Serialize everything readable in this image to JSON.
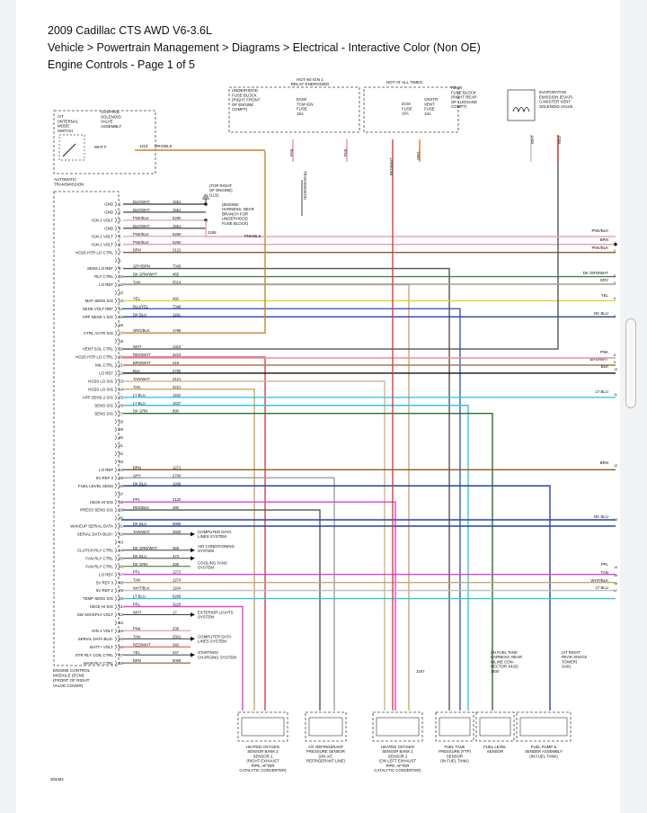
{
  "page": {
    "title": "2009 Cadillac CTS AWD V6-3.6L",
    "breadcrumb": "Vehicle > Powertrain Management > Diagrams > Electrical - Interactive Color (Non OE)",
    "subtitle": "Engine Controls - Page 1 of 5"
  },
  "top": {
    "hot_ign": "HOT WI IGN 1",
    "relay_energized": "RELAY ENERGIZED",
    "hot_all_times": "HOT AT ALL TIMES",
    "underhood_fuse_block": [
      "UNDERHOOD",
      "FUSE BLOCK",
      "(RIGHT FRONT",
      "OF ENGINE",
      "COMPT)"
    ],
    "ecm_fuse": [
      "ECM/",
      "TCM IGN",
      "FUSE",
      "15A"
    ],
    "ecm_fuse_b": [
      "ECM",
      "FUSE",
      "15A"
    ],
    "cnstr_fuse": [
      "CNSTR",
      "VENT",
      "FUSE",
      "10A"
    ],
    "rear_fuse_block": [
      "REAR",
      "FUSE BLOCK",
      "(RIGHT REAR",
      "OF LUGGAGE",
      "COMPT)"
    ],
    "evap": [
      "EVAPORATIVE",
      "EMISSION (EVAP)",
      "CANISTER VENT",
      "SOLENOID VALVE"
    ]
  },
  "transmission": {
    "at_label": [
      "A/T",
      "(INTERNAL",
      "MODE",
      "SWITCH"
    ],
    "solenoid": [
      "CONTROL",
      "SOLENOID",
      "VALVE",
      "ASSEMBLY"
    ],
    "wht_f": "WHT  F",
    "wire_code": "1219",
    "wire_color": "ORG/BLK",
    "auto_trans": [
      "AUTOMATIC",
      "TRANSMISSION"
    ]
  },
  "ecm": {
    "label": [
      "ENGINE CONTROL",
      "MODULE (ECM)",
      "(FRONT OF RIGHT",
      "VALVE COVER)"
    ],
    "pins": [
      {
        "n": "1",
        "l": "GND",
        "c": "BLK/WHT",
        "w": "1551"
      },
      {
        "n": "2",
        "l": "GND",
        "c": "BLK/WHT",
        "w": "1551"
      },
      {
        "n": "3",
        "l": "IGN 1 VOLT",
        "c": "PNK/BLK",
        "w": "5290"
      },
      {
        "n": "4",
        "l": "GND",
        "c": "BLK/WHT",
        "w": "1551"
      },
      {
        "n": "5",
        "l": "IGN 1 VOLT",
        "c": "PNK/BLK",
        "w": "5290"
      },
      {
        "n": "6",
        "l": "IGN 1 VOLT",
        "c": "PNK/BLK",
        "w": "5290"
      },
      {
        "n": "7",
        "l": "HO2S HTR LO CTRL",
        "c": "BRN",
        "w": "3122"
      },
      {
        "n": "8",
        "l": "",
        "c": "",
        "w": ""
      },
      {
        "n": "9",
        "l": "SENS LO REF",
        "c": "GRY/BRN",
        "w": "7345"
      },
      {
        "n": "10",
        "l": "RLY CTRL",
        "c": "DK GRN/WHT",
        "w": "465"
      },
      {
        "n": "11",
        "l": "LO REF",
        "c": "TAN",
        "w": "5514"
      },
      {
        "n": "12",
        "l": "",
        "c": "",
        "w": ""
      },
      {
        "n": "13",
        "l": "MAF SENS SIG",
        "c": "YEL",
        "w": "492"
      },
      {
        "n": "14",
        "l": "SENS VOLT REF",
        "c": "BLU/YEL",
        "w": "7346"
      },
      {
        "n": "15",
        "l": "APP SENS 1 SIG",
        "c": "DK BLU",
        "w": "1161"
      },
      {
        "n": "16",
        "l": "",
        "c": "",
        "w": ""
      },
      {
        "n": "17",
        "l": "CTRL ACTR SIG",
        "c": "ORG/BLK",
        "w": "1786"
      },
      {
        "n": "18",
        "l": "",
        "c": "",
        "w": ""
      },
      {
        "n": "19",
        "l": "VENT SOL CTRL",
        "c": "WHT",
        "w": "1310"
      },
      {
        "n": "20",
        "l": "HO2S HTR LO CTRL",
        "c": "RED/WHT",
        "w": "3223"
      },
      {
        "n": "21",
        "l": "MIL CTRL",
        "c": "BRN/WHT",
        "w": "419"
      },
      {
        "n": "22",
        "l": "LO REF",
        "c": "BLK",
        "w": "2760"
      },
      {
        "n": "23",
        "l": "HO2S LO SIG",
        "c": "TAN/WHT",
        "w": "3121"
      },
      {
        "n": "24",
        "l": "HO2S LO SIG",
        "c": "TAN",
        "w": "3221"
      },
      {
        "n": "25",
        "l": "APP SENS 2 SIG",
        "c": "LT BLU",
        "w": "1162"
      },
      {
        "n": "26",
        "l": "SENS SIG",
        "c": "LT BLU",
        "w": "1637"
      },
      {
        "n": "27",
        "l": "SENS SIG",
        "c": "DK GRN",
        "w": "890"
      },
      {
        "n": "28",
        "l": "",
        "c": "",
        "w": ""
      },
      {
        "n": "29",
        "l": "",
        "c": "",
        "w": ""
      },
      {
        "n": "30",
        "l": "",
        "c": "",
        "w": ""
      },
      {
        "n": "31",
        "l": "",
        "c": "",
        "w": ""
      },
      {
        "n": "32",
        "l": "",
        "c": "",
        "w": ""
      },
      {
        "n": "33",
        "l": "",
        "c": "",
        "w": ""
      },
      {
        "n": "34",
        "l": "LO REF",
        "c": "BRN",
        "w": "1271"
      },
      {
        "n": "35",
        "l": "5V REF 3",
        "c": "GRY",
        "w": "2700"
      },
      {
        "n": "36",
        "l": "FUEL LEVEL SENS",
        "c": "DK BLU",
        "w": "1936"
      },
      {
        "n": "37",
        "l": "",
        "c": "",
        "w": ""
      },
      {
        "n": "38",
        "l": "H2OS HI SIG",
        "c": "PPL",
        "w": "3120"
      },
      {
        "n": "39",
        "l": "PRESS SENS SIG",
        "c": "RED/BLK",
        "w": "380"
      },
      {
        "n": "40",
        "l": "",
        "c": "",
        "w": ""
      },
      {
        "n": "41",
        "l": "WAKEUP SERIAL DATA",
        "c": "DK BLU",
        "w": "5985"
      },
      {
        "n": "42",
        "l": "SERIAL DATA BUS+",
        "c": "TAN/WHT",
        "w": "2500"
      },
      {
        "n": "43",
        "l": "",
        "c": "",
        "w": ""
      },
      {
        "n": "44",
        "l": "CLUTCH RLY CTRL",
        "c": "DK GRN/WHT",
        "w": "459"
      },
      {
        "n": "45",
        "l": "FAN RLY CTRL",
        "c": "DK BLU",
        "w": "473"
      },
      {
        "n": "46",
        "l": "FAN RLY CTRL",
        "c": "DK GRN",
        "w": "335"
      },
      {
        "n": "47",
        "l": "LO REF",
        "c": "PPL",
        "w": "1272"
      },
      {
        "n": "48",
        "l": "5V REF 3",
        "c": "TAN",
        "w": "1274"
      },
      {
        "n": "49",
        "l": "5V REF 2",
        "c": "WHT/BLK",
        "w": "1164"
      },
      {
        "n": "50",
        "l": "TEMP SENS SIG",
        "c": "LT BLU",
        "w": "6289"
      },
      {
        "n": "51",
        "l": "H2OS HI SIG",
        "c": "PPL",
        "w": "3220"
      },
      {
        "n": "52",
        "l": "SW SIG/SPLY VOLT",
        "c": "WHT",
        "w": "17"
      },
      {
        "n": "53",
        "l": "",
        "c": "",
        "w": ""
      },
      {
        "n": "54",
        "l": "IGN 1 VOLT",
        "c": "PNK",
        "w": "339"
      },
      {
        "n": "55",
        "l": "SERIAL DATA BUS-",
        "c": "TAN",
        "w": "2501"
      },
      {
        "n": "56",
        "l": "BATT+ VOLT",
        "c": "RED/WHT",
        "w": "340"
      },
      {
        "n": "57",
        "l": "STR RLY COIL CTRL",
        "c": "YEL",
        "w": "447"
      },
      {
        "n": "58",
        "l": "MAIN RLY CTRL",
        "c": "BRN",
        "w": "5069"
      }
    ]
  },
  "notes": {
    "splice_g132": [
      "(TOP RIGHT",
      "OF ENGINE)",
      "G132"
    ],
    "engine_harness": [
      "(ENGINE",
      "HARNESS, NEAR",
      "BRANCH FOR",
      "UNDERHOOD",
      "FUSE BLOCK)"
    ],
    "j185": "J185",
    "pnk_blk": "PNK/BLK",
    "computer_data_1": [
      "COMPUTER DATA",
      "LINES SYSTEM"
    ],
    "air_cond": [
      "AIR CONDITIONING",
      "SYSTEM"
    ],
    "cooling_fans": [
      "COOLING FANS",
      "SYSTEM"
    ],
    "exterior_lights": [
      "EXTERIOR LIGHTS",
      "SYSTEM"
    ],
    "computer_data_2": [
      "COMPUTER DATA",
      "LINES SYSTEM"
    ],
    "starting": [
      "STARTING/",
      "CHARGING SYSTEM"
    ],
    "j187": "J187",
    "trans_ref": "TRANSMISSION",
    "fuel_tank_harness": [
      "(IN FUEL TANK",
      "HARNESS, NEAR",
      "INLINE CON-",
      "NECTOR X420)",
      "J400"
    ],
    "at_right_rear": [
      "(AT RIGHT",
      "REAR SHOCK",
      "TOWER)",
      "G401"
    ],
    "figure_id": "303484"
  },
  "right_labels": [
    {
      "c": "PNK/BLK",
      "n": ""
    },
    {
      "c": "BRN",
      "n": "1"
    },
    {
      "c": "PNK/BLK",
      "n": "2"
    },
    {
      "c": "DK GRN/WHT",
      "n": "3"
    },
    {
      "c": "GRY",
      "n": "5"
    },
    {
      "c": "YEL",
      "n": "6"
    },
    {
      "c": "DK BLU",
      "n": "7"
    },
    {
      "c": "PNK",
      "n": "8"
    },
    {
      "c": "BRN/WHT",
      "n": "9"
    },
    {
      "c": "BLK",
      "n": "10"
    },
    {
      "c": "LT BLU",
      "n": "11"
    },
    {
      "c": "BRN",
      "n": "12"
    },
    {
      "c": "DK BLU",
      "n": "13"
    },
    {
      "c": "PPL",
      "n": "14"
    },
    {
      "c": "TAN",
      "n": "15"
    },
    {
      "c": "WHT/BLK",
      "n": "16"
    },
    {
      "c": "LT BLU",
      "n": "17"
    }
  ],
  "components": [
    {
      "label": [
        "HEATED OXYGEN",
        "SENSOR BANK 2",
        "SENSOR 2",
        "(RIGHT EXHAUST",
        "PIPE, AFTER",
        "CATALYTIC CONVERTER)"
      ]
    },
    {
      "label": [
        "A/C REFRIGERANT",
        "PRESSURE SENSOR",
        "(ON A/C",
        "REFRIGERANT LINE)"
      ]
    },
    {
      "label": [
        "HEATED OXYGEN",
        "SENSOR BANK 1",
        "SENSOR 2",
        "(ON LEFT EXHAUST",
        "PIPE, AFTER",
        "CATALYTIC CONVERTER)"
      ]
    },
    {
      "label": [
        "FUEL TANK",
        "PRESSURE (FTP)",
        "SENSOR",
        "(IN FUEL TANK)"
      ]
    },
    {
      "label": [
        "FUEL LEVEL",
        "SENSOR"
      ]
    },
    {
      "label": [
        "FUEL PUMP &",
        "SENDER ASSEMBLY",
        "(IN FUEL TANK)"
      ]
    }
  ],
  "colors": {
    "PNK": "#e98fa8",
    "PNK/BLK": "#e9a3b5",
    "BRN": "#8a5a2b",
    "ORG/BLK": "#c8842e",
    "DK GRN/WHT": "#4f7f52",
    "GRY": "#9e9e9e",
    "YEL": "#e3d12a",
    "DK BLU": "#2444a6",
    "BRN/WHT": "#a67b4f",
    "BLK": "#111111",
    "LT BLU": "#39c4e0",
    "PPL": "#d845d6",
    "TAN": "#c7a86b",
    "WHT/BLK": "#bdbdbd",
    "RED/WHT": "#d24242",
    "RED": "#d02020",
    "ORG": "#e07b16",
    "BLU/YEL": "#3b5bb5",
    "DK GRN": "#2c6e36",
    "TAN/WHT": "#cdb58a"
  }
}
